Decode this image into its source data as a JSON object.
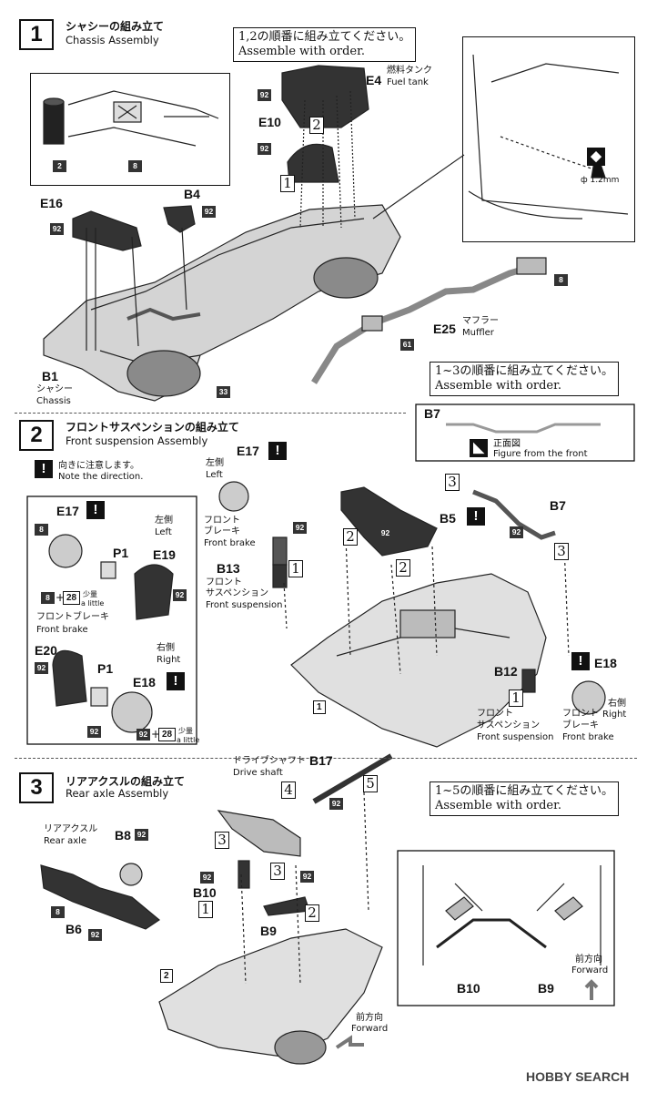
{
  "step1": {
    "number": "1",
    "title_jp": "シャシーの組み立て",
    "title_en": "Chassis Assembly",
    "note_jp": "1,2の順番に組み立てください。",
    "note_en": "Assemble with order.",
    "parts": {
      "e4": "E4",
      "fuel_jp": "燃料タンク",
      "fuel_en": "Fuel tank",
      "e10": "E10",
      "e16": "E16",
      "b4": "B4",
      "e25": "E25",
      "muffler_jp": "マフラー",
      "muffler_en": "Muffler",
      "b1": "B1",
      "chassis_jp": "シャシー",
      "chassis_en": "Chassis"
    },
    "tags": [
      "92",
      "92",
      "92",
      "92",
      "2",
      "8",
      "8",
      "61",
      "33"
    ],
    "order": [
      "1",
      "2"
    ],
    "drill": "ф 1.2mm"
  },
  "step2": {
    "number": "2",
    "title_jp": "フロントサスペンションの組み立て",
    "title_en": "Front suspension Assembly",
    "caution_jp": "向きに注意します。",
    "caution_en": "Note the direction.",
    "note_jp": "1~3の順番に組み立てください。",
    "note_en": "Assemble with order.",
    "b7": "B7",
    "front_jp": "正面図",
    "front_en": "Figure from the front",
    "parts": {
      "e17": "E17",
      "left_jp": "左側",
      "left_en": "Left",
      "p1": "P1",
      "e19": "E19",
      "e20": "E20",
      "e18": "E18",
      "right_jp": "右側",
      "right_en": "Right",
      "brake_jp": "フロントブレーキ",
      "brake_jp_a": "フロント",
      "brake_jp_b": "ブレーキ",
      "brake_en": "Front brake",
      "a_little_jp": "少量",
      "a_little_en": "a little",
      "b13": "B13",
      "susp_jp_a": "フロント",
      "susp_jp_b": "サスペンション",
      "susp_en": "Front suspension",
      "b5": "B5",
      "b12": "B12"
    },
    "order": [
      "1",
      "2",
      "2",
      "3",
      "3",
      "1"
    ],
    "tags": [
      "8",
      "8",
      "92",
      "92",
      "92",
      "92",
      "92",
      "92",
      "92"
    ],
    "plus": "+",
    "grease": "28",
    "ref": "1"
  },
  "step3": {
    "number": "3",
    "title_jp": "リアアクスルの組み立て",
    "title_en": "Rear axle Assembly",
    "note_jp": "1~5の順番に組み立てください。",
    "note_en": "Assemble with order.",
    "parts": {
      "b17": "B17",
      "shaft_jp": "ドライブシャフト",
      "shaft_en": "Drive shaft",
      "axle_jp": "リアアクスル",
      "axle_en": "Rear axle",
      "b8": "B8",
      "b6": "B6",
      "b10": "B10",
      "b9": "B9",
      "fwd_jp": "前方向",
      "fwd_en": "Forward"
    },
    "order": [
      "4",
      "5",
      "3",
      "3",
      "1",
      "2"
    ],
    "tags": [
      "92",
      "92",
      "92",
      "92",
      "92",
      "8"
    ],
    "ref": "2"
  },
  "watermark": "HOBBY SEARCH"
}
